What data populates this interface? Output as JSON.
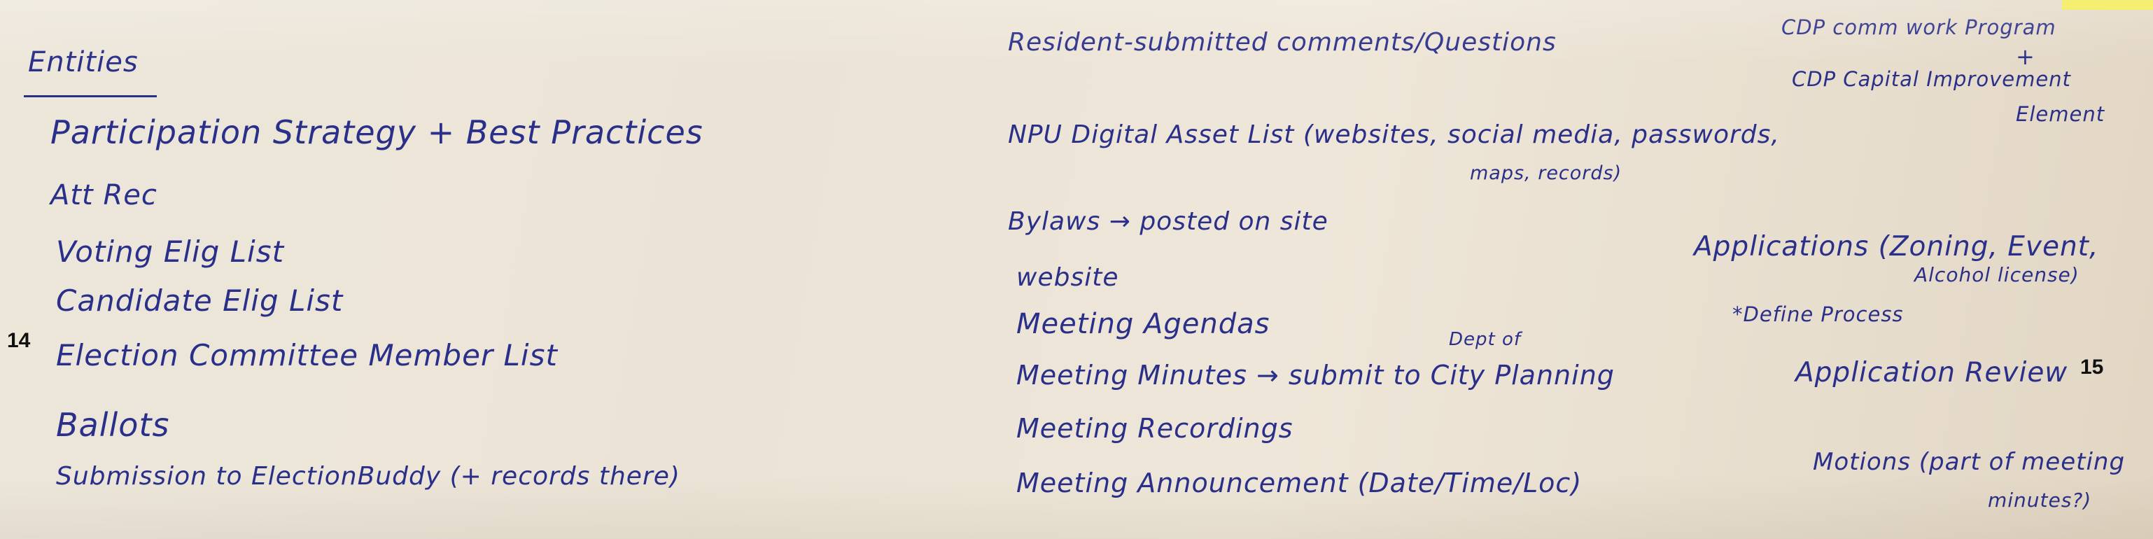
{
  "page_numbers": {
    "left": "14",
    "right": "15"
  },
  "left_column": {
    "heading": "Entities",
    "items": [
      "Participation Strategy + Best Practices",
      "Att Rec",
      "Voting Elig List",
      "Candidate Elig List",
      "Election Committee Member List",
      "Ballots",
      "Submission to ElectionBuddy (+ records there)"
    ]
  },
  "middle_column": {
    "resident_comments": "Resident-submitted comments/Questions",
    "digital_asset_list": "NPU Digital Asset List (websites, social media, passwords,",
    "digital_asset_list_cont": "maps, records)",
    "bylaws": "Bylaws → posted on site",
    "website": "website",
    "agendas": "Meeting Agendas",
    "minutes": "Meeting Minutes → submit to City Planning",
    "minutes_superscript": "Dept of",
    "recordings": "Meeting Recordings",
    "announcement": "Meeting Announcement (Date/Time/Loc)"
  },
  "right_column": {
    "cdp_line1": "CDP comm work Program",
    "cdp_line2": "CDP Capital Improvement",
    "cdp_line3": "Element",
    "cdp_plus": "+",
    "applications": "Applications (Zoning, Event,",
    "applications_cont": "Alcohol license)",
    "define_process": "*Define Process",
    "application_review": "Application Review",
    "motions": "Motions (part of meeting",
    "motions_cont": "minutes?)"
  }
}
